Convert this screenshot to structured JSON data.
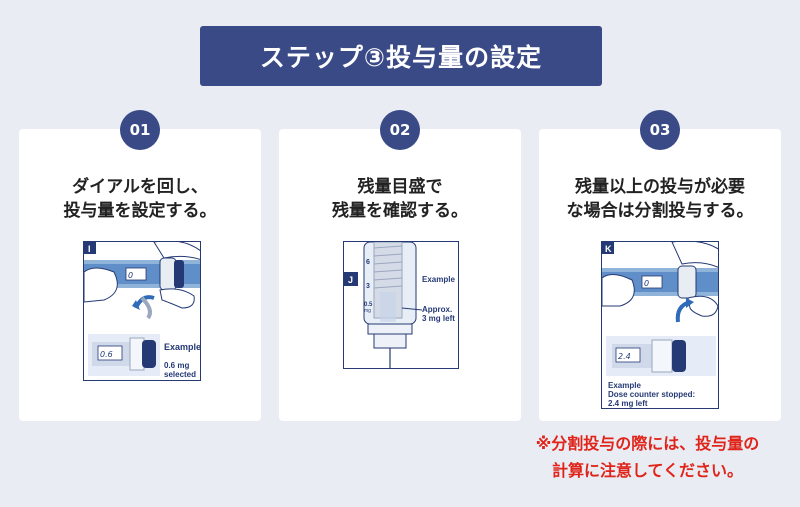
{
  "title": "ステップ③投与量の設定",
  "steps": [
    {
      "number": "01",
      "line1": "ダイアルを回し、",
      "line2": "投与量を設定する。",
      "illustration": {
        "panel_letter": "I",
        "counter_value": "0",
        "example_label": "Example",
        "selected_value": "0.6",
        "selected_text_1": "0.6 mg",
        "selected_text_2": "selected"
      }
    },
    {
      "number": "02",
      "line1": "残量目盛で",
      "line2": "残量を確認する。",
      "illustration": {
        "panel_letter": "J",
        "example_label": "Example",
        "approx_line1": "Approx.",
        "approx_line2": "3 mg left",
        "scale_6": "6",
        "scale_3": "3",
        "scale_05": "0.5",
        "scale_mg": "mg"
      }
    },
    {
      "number": "03",
      "line1": "残量以上の投与が必要",
      "line2": "な場合は分割投与する。",
      "illustration": {
        "panel_letter": "K",
        "counter_value": "0",
        "stopped_value": "2.4",
        "example_label": "Example",
        "stopped_line1": "Dose counter stopped:",
        "stopped_line2": "2.4 mg left"
      }
    }
  ],
  "note": {
    "line1": "※分割投与の際には、投与量の",
    "line2": "計算に注意してください。"
  },
  "colors": {
    "navy": "#3a4a87",
    "accent_red": "#e0241a",
    "background": "#e9ecf3"
  }
}
